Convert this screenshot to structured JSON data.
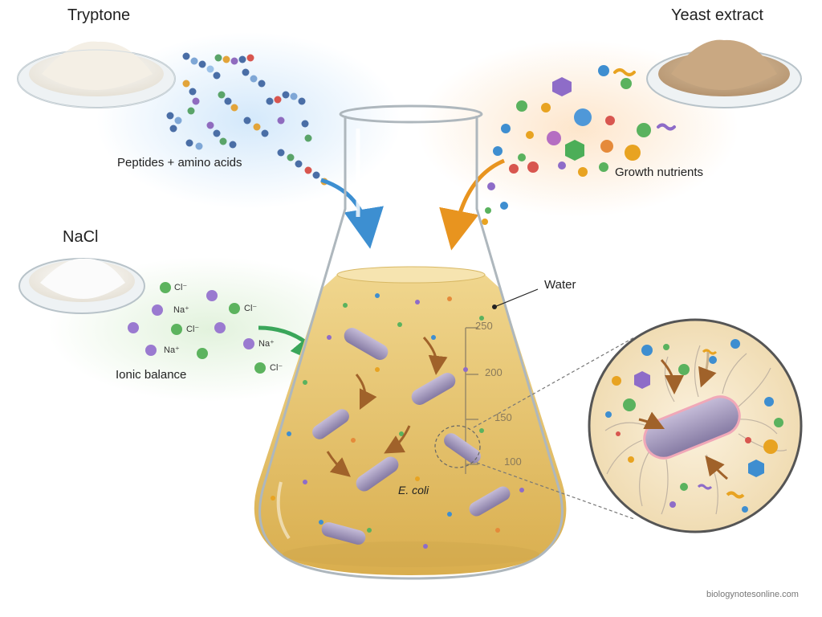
{
  "ingredients": {
    "tryptone": {
      "title": "Tryptone",
      "caption": "Peptides + amino acids"
    },
    "yeast": {
      "title": "Yeast extract",
      "caption": "Growth nutrients"
    },
    "nacl": {
      "title": "NaCl",
      "caption": "Ionic balance",
      "ion_cl": "Cl⁻",
      "ion_na": "Na⁺"
    }
  },
  "flask": {
    "water_label": "Water",
    "organism_label": "E. coli",
    "volume_marks": [
      "250",
      "200",
      "150",
      "100"
    ]
  },
  "credit": "biologynotesonline.com",
  "colors": {
    "broth": "#e6c46a",
    "tryptone_arrow": "#3d8fd1",
    "yeast_arrow": "#e8941f",
    "nacl_arrow": "#3aa65a",
    "bacterium": "#9a8fb3"
  }
}
